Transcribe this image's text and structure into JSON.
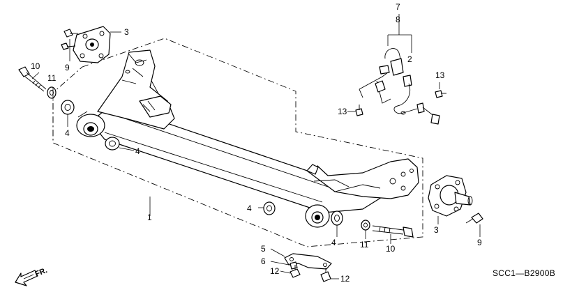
{
  "diagram_code": "SCC1—B2900B",
  "arrow": {
    "label": "FR."
  },
  "callouts": [
    {
      "text": "3"
    },
    {
      "text": "9"
    },
    {
      "text": "10"
    },
    {
      "text": "11"
    },
    {
      "text": "4"
    },
    {
      "text": "4"
    },
    {
      "text": "1"
    },
    {
      "text": "4"
    },
    {
      "text": "4"
    },
    {
      "text": "11"
    },
    {
      "text": "10"
    },
    {
      "text": "3"
    },
    {
      "text": "9"
    },
    {
      "text": "7"
    },
    {
      "text": "8"
    },
    {
      "text": "2"
    },
    {
      "text": "13"
    },
    {
      "text": "13"
    },
    {
      "text": "5"
    },
    {
      "text": "6"
    },
    {
      "text": "12"
    },
    {
      "text": "12"
    }
  ]
}
